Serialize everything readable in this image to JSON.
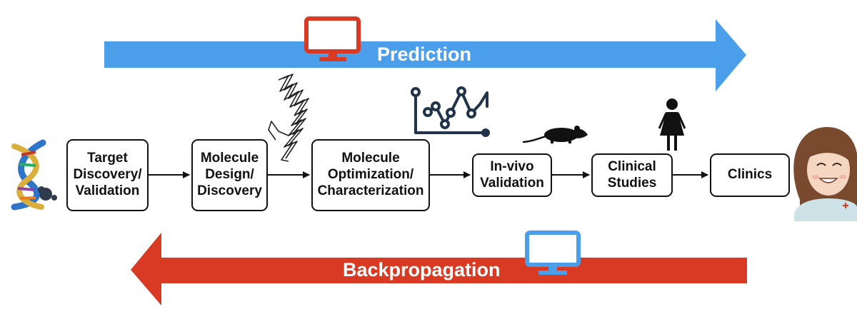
{
  "diagram": {
    "prediction_label": "Prediction",
    "backpropagation_label": "Backpropagation",
    "stages": [
      {
        "id": "target",
        "label": "Target\nDiscovery/\nValidation"
      },
      {
        "id": "design",
        "label": "Molecule\nDesign/\nDiscovery"
      },
      {
        "id": "optimization",
        "label": "Molecule\nOptimization/\nCharacterization"
      },
      {
        "id": "invivo",
        "label": "In-vivo\nValidation"
      },
      {
        "id": "clinical",
        "label": "Clinical\nStudies"
      },
      {
        "id": "clinics",
        "label": "Clinics"
      }
    ]
  },
  "colors": {
    "prediction_arrow": "#4A9EEA",
    "backpropagation_arrow": "#D93A24",
    "prediction_monitor": "#D93A24",
    "backpropagation_monitor": "#4A9EEA",
    "stage_border": "#111111",
    "chart_line": "#22344A"
  },
  "icons": [
    "dna-helix-icon",
    "protein-structure-icon",
    "line-chart-icon",
    "mouse-icon",
    "woman-icon",
    "doctor-avatar-icon",
    "computer-monitor-icon"
  ]
}
